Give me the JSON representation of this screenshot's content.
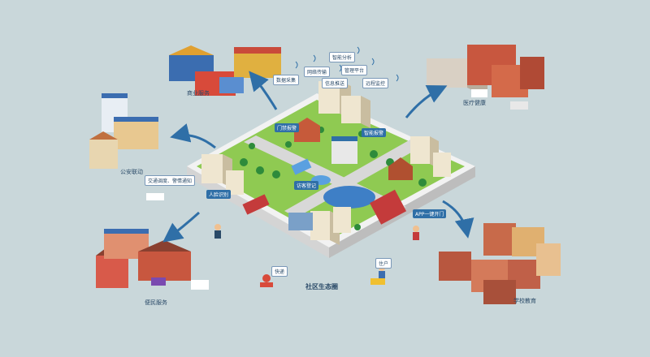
{
  "center_label": "社区生态圈",
  "hubs": {
    "commerce": "商业服务",
    "medical": "医疗健康",
    "security": "公安联动",
    "convenience": "便民服务",
    "education": "学校教育"
  },
  "community_tags": {
    "access": "门禁报警",
    "smart": "智能报警",
    "face": "人脸识别",
    "visitor": "访客登记",
    "app": "APP一键开门"
  },
  "signals": [
    "数据采集",
    "网络传输",
    "智能分析",
    "管理平台",
    "远程监控",
    "信息推送"
  ],
  "bubbles": {
    "police": "交通调度、警情通知",
    "delivery": "快递",
    "resident": "住户"
  },
  "colors": {
    "background": "#c9d7da",
    "arrow": "#2f6fa7",
    "ground": "#8fca52",
    "border": "#f2f2f2"
  }
}
